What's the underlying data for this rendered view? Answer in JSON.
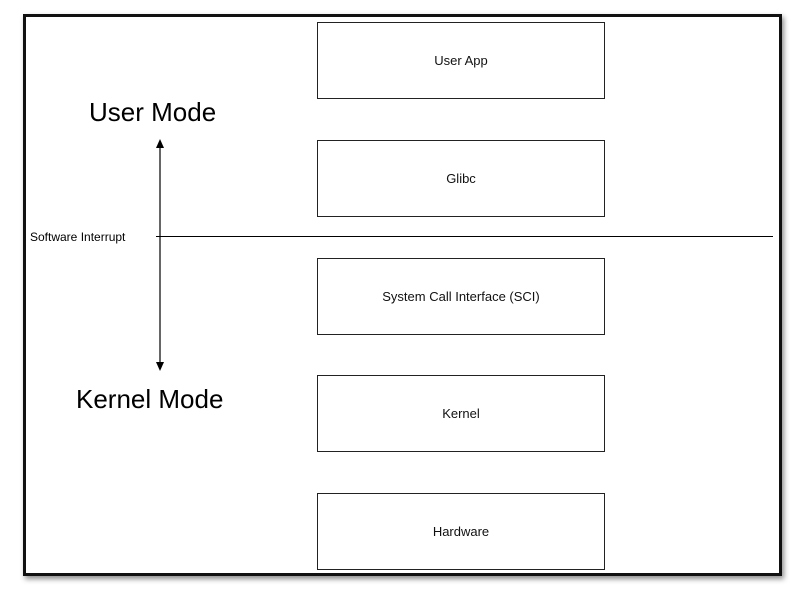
{
  "diagram": {
    "layers": [
      {
        "name": "layer-user-app",
        "label": "User App"
      },
      {
        "name": "layer-glibc",
        "label": "Glibc"
      },
      {
        "name": "layer-sci",
        "label": "System Call Interface (SCI)"
      },
      {
        "name": "layer-kernel",
        "label": "Kernel"
      },
      {
        "name": "layer-hardware",
        "label": "Hardware"
      }
    ],
    "user_mode_label": "User Mode",
    "kernel_mode_label": "Kernel Mode",
    "divider_label": "Software Interrupt"
  }
}
